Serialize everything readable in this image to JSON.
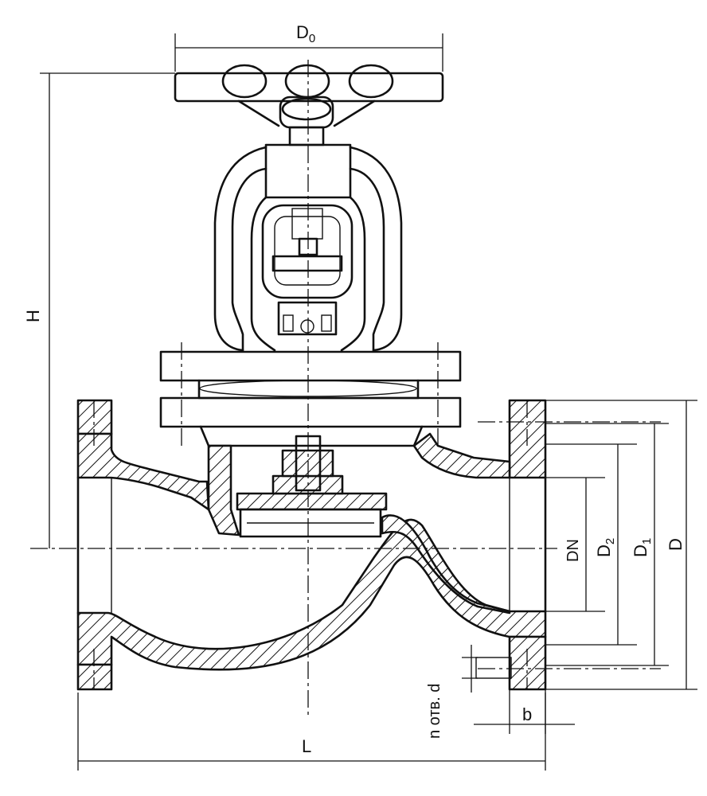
{
  "labels": {
    "d0": "D",
    "d0_sub": "0",
    "h": "H",
    "l": "L",
    "dn": "DN",
    "d2": "D",
    "d2_sub": "2",
    "d1": "D",
    "d1_sub": "1",
    "d": "D",
    "holes": "n отв. d",
    "b": "b"
  }
}
